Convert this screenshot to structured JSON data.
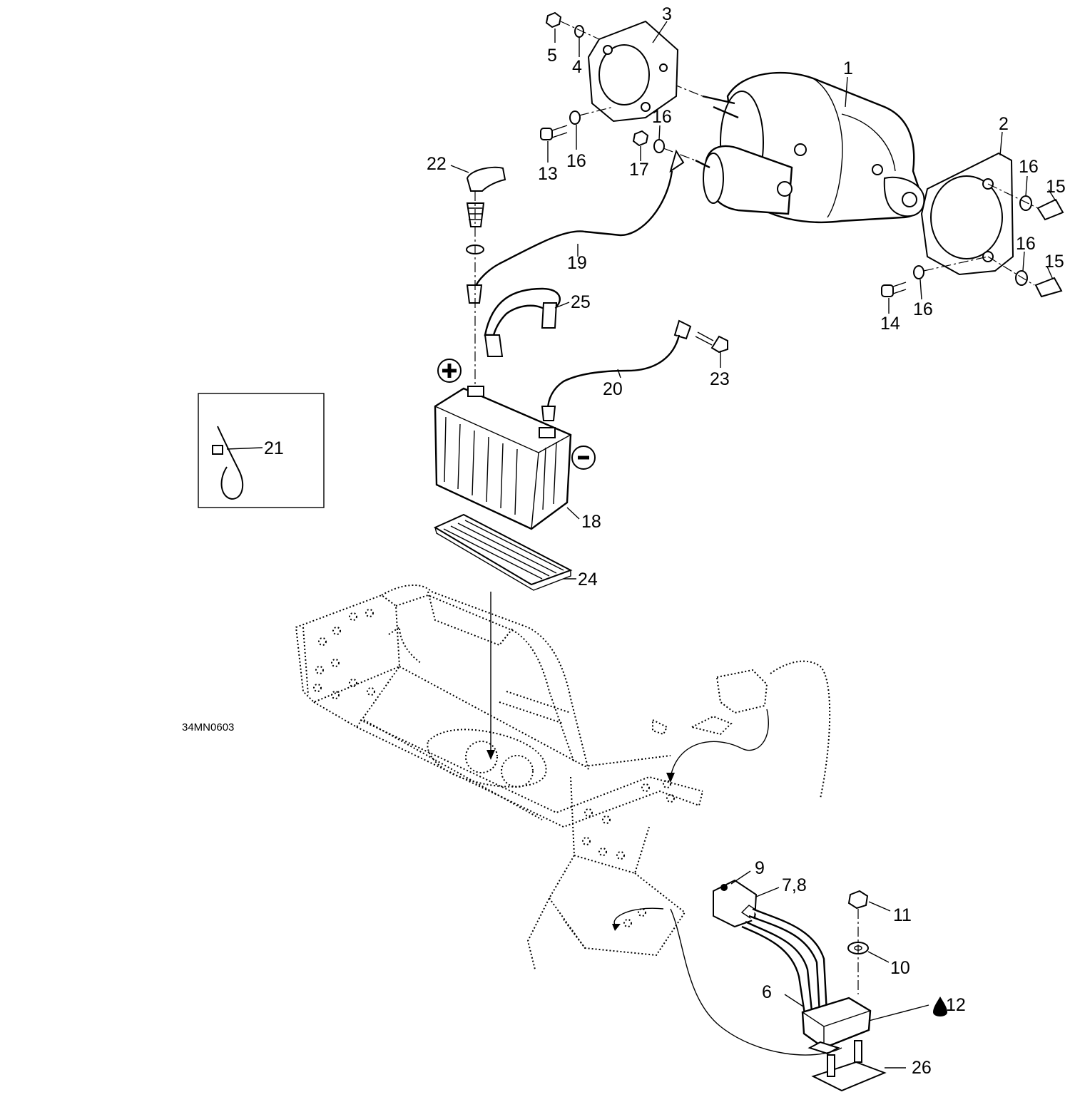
{
  "diagram": {
    "drawing_code": "34MN0603",
    "callouts": {
      "c1": "1",
      "c2": "2",
      "c3": "3",
      "c4": "4",
      "c5": "5",
      "c6": "6",
      "c78": "7,8",
      "c9": "9",
      "c10": "10",
      "c11": "11",
      "c12": "12",
      "c13": "13",
      "c14": "14",
      "c15a": "15",
      "c15b": "15",
      "c16a": "16",
      "c16b": "16",
      "c16c": "16",
      "c16d": "16",
      "c16e": "16",
      "c17": "17",
      "c18": "18",
      "c19": "19",
      "c20": "20",
      "c21": "21",
      "c22": "22",
      "c23": "23",
      "c24": "24",
      "c25": "25",
      "c26": "26"
    },
    "icons": {
      "positive_terminal": "plus-circle-icon",
      "negative_terminal": "minus-circle-icon",
      "lubricant": "oil-drop-icon"
    }
  }
}
